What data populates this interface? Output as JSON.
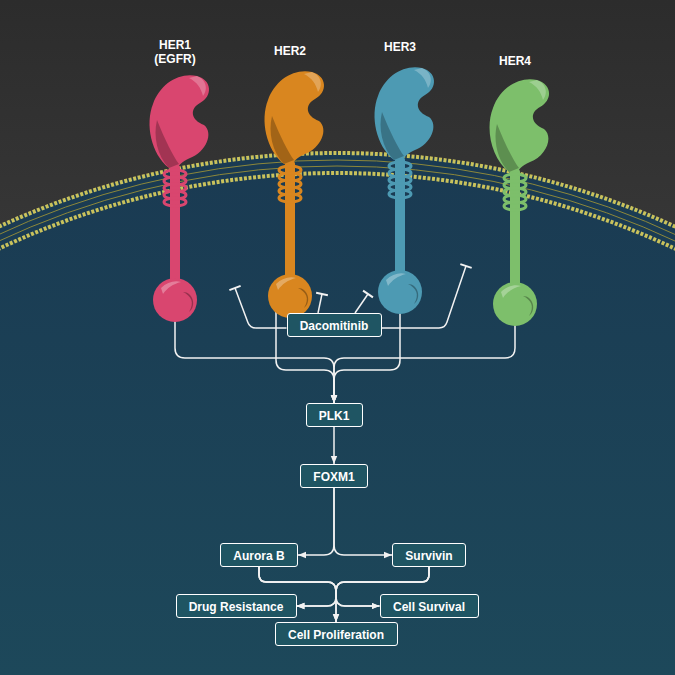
{
  "diagram": {
    "nodes": [
      {
        "text": [
          "HER1 (EGFR)"
        ]
      },
      {
        "text": [
          "HER2"
        ]
      },
      {
        "text": [
          "HER3"
        ]
      },
      {
        "text": [
          "HER4"
        ]
      },
      {
        "text": [
          "Dacomitinib"
        ]
      },
      {
        "text": [
          "PLK1"
        ]
      },
      {
        "text": [
          "FOXM1"
        ]
      },
      {
        "text": [
          "Aurora B"
        ]
      },
      {
        "text": [
          "Survivin"
        ]
      },
      {
        "text": [
          "Drug Resistance"
        ]
      },
      {
        "text": [
          "Cell Survival"
        ]
      },
      {
        "text": [
          "Cell Proliferation"
        ]
      }
    ],
    "edges": [
      {
        "from": 4,
        "to": 0,
        "arrow": "to"
      },
      {
        "from": 4,
        "to": 1,
        "arrow": "to"
      },
      {
        "from": 4,
        "to": 2,
        "arrow": "to"
      },
      {
        "from": 4,
        "to": 3,
        "arrow": "to"
      },
      {
        "from": 0,
        "to": 5,
        "arrow": "to"
      },
      {
        "from": 1,
        "to": 5,
        "arrow": "to"
      },
      {
        "from": 2,
        "to": 5,
        "arrow": "to"
      },
      {
        "from": 3,
        "to": 5,
        "arrow": "to"
      },
      {
        "from": 5,
        "to": 6,
        "arrow": "to"
      },
      {
        "from": 6,
        "to": 7,
        "arrow": "to"
      },
      {
        "from": 6,
        "to": 8,
        "arrow": "to"
      },
      {
        "from": 7,
        "to": 9,
        "arrow": "to"
      },
      {
        "from": 7,
        "to": 10,
        "arrow": "to"
      },
      {
        "from": 7,
        "to": 11,
        "arrow": "to"
      },
      {
        "from": 8,
        "to": 9,
        "arrow": "to"
      },
      {
        "from": 8,
        "to": 10,
        "arrow": "to"
      },
      {
        "from": 8,
        "to": 11,
        "arrow": "to"
      }
    ]
  }
}
